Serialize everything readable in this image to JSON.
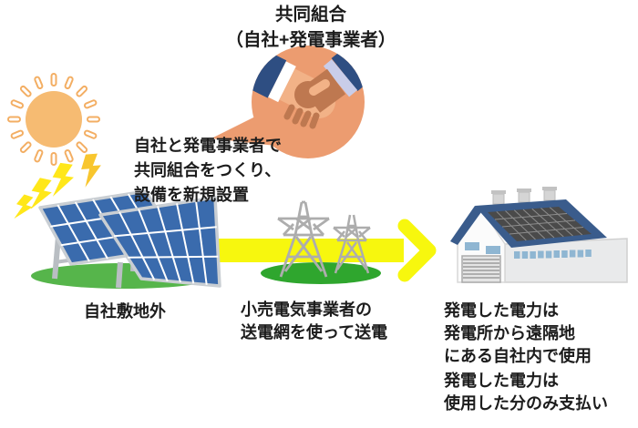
{
  "title": "共同組合\n（自社+発電事業者）",
  "notes": {
    "setup": "自社と発電事業者で\n共同組合をつくり、\n設備を新規設置"
  },
  "labels": {
    "site": "自社敷地外",
    "transmission": "小売電気事業者の\n送電網を使って送電",
    "usage": "発電した電力は\n発電所から遠隔地\nにある自社内で使用",
    "payment": "発電した電力は\n使用した分のみ支払い"
  },
  "icons": {
    "sun": "sun-icon",
    "lightning": "lightning-bolts-icon",
    "solar_panels": "solar-panel-array-icon",
    "speech_bubble": "speech-bubble",
    "handshake": "handshake-icon",
    "flow_arrow": "flow-arrow-icon",
    "transmission_towers": "transmission-towers-icon",
    "factory": "factory-building-icon"
  },
  "colors": {
    "bubble_orange": "#EC9C70",
    "sun_orange": "#F6BB72",
    "sun_ray_stroke": "#F3AE63",
    "lightning_yellow": "#FFE71A",
    "lightning_gold": "#F8C62E",
    "panel_blue": "#3A6BAD",
    "panel_frame": "#C9CED3",
    "grass_green_light": "#56B54B",
    "grass_green": "#2FA62E",
    "pylon_gray": "#ADADAD",
    "arrow_yellow": "#F7F70E",
    "roof_blue": "#3A5C8C",
    "roof_solar_dark": "#4A4A4A",
    "wall_front": "#FBFBFB",
    "wall_side": "#E9EAEB",
    "window_blue": "#8FB6D2",
    "sleeve_navy": "#2E4E82",
    "cuff_white": "#FFFFFF",
    "cuff_lavender": "#C9CDE9",
    "hand_light": "#F2B287",
    "hand_dark": "#BE7850",
    "text": "#1C1C1C"
  }
}
